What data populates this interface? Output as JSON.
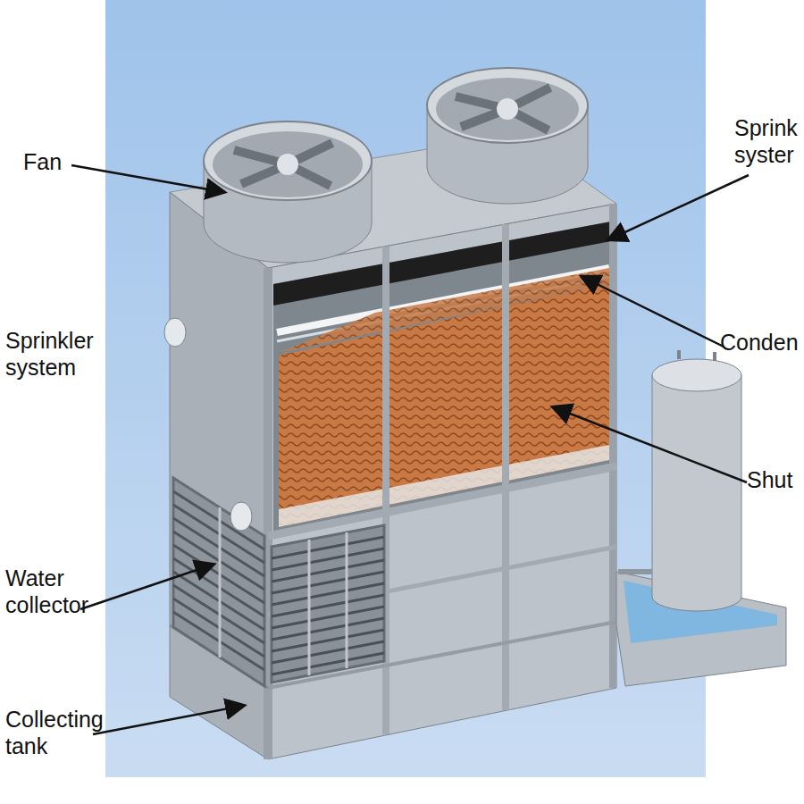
{
  "diagram": {
    "labels": [
      "Fan",
      "Sprinkler system",
      "Water collector",
      "Collecting tank",
      "Sprink syster",
      "Conden",
      "Shut"
    ]
  }
}
